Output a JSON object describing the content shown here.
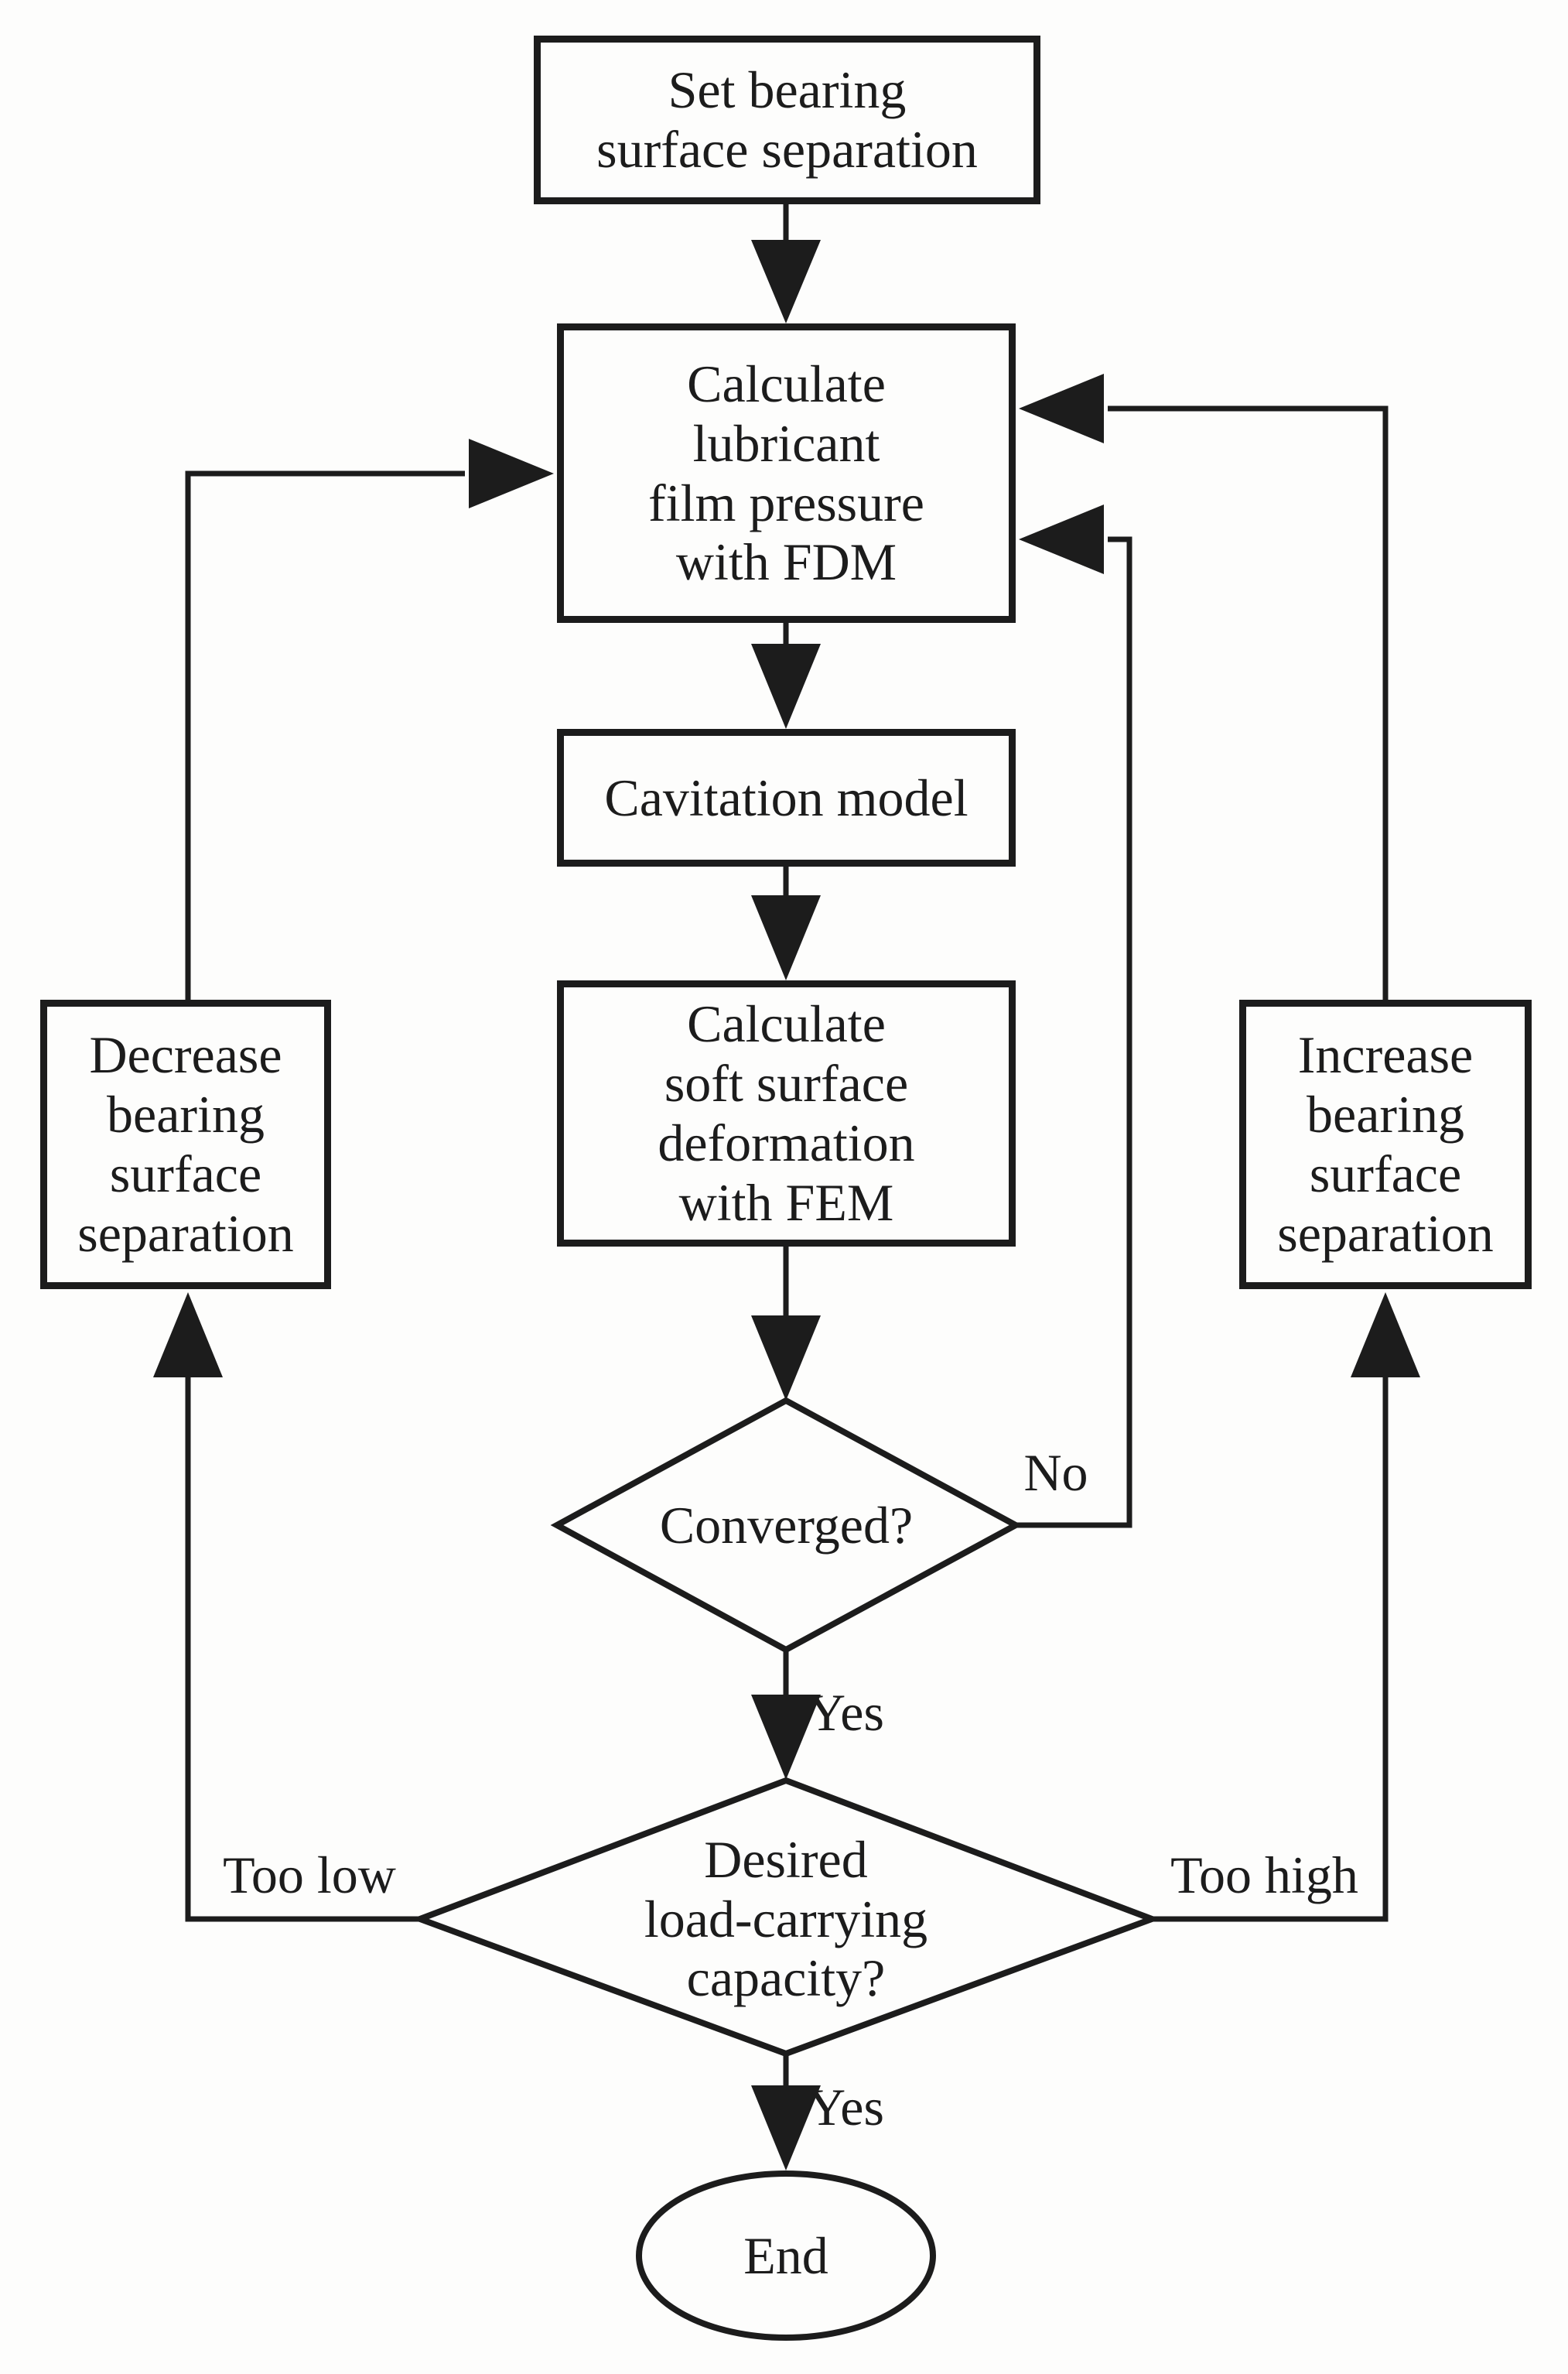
{
  "diagram": {
    "type": "flowchart",
    "nodes": {
      "set_separation": {
        "label": "Set bearing\nsurface separation",
        "shape": "rect"
      },
      "film_pressure": {
        "label": "Calculate\nlubricant\nfilm pressure\nwith FDM",
        "shape": "rect"
      },
      "cavitation": {
        "label": "Cavitation model",
        "shape": "rect"
      },
      "deformation": {
        "label": "Calculate\nsoft surface\ndeformation\nwith FEM",
        "shape": "rect"
      },
      "converged": {
        "label": "Converged?",
        "shape": "diamond"
      },
      "load_capacity": {
        "label": "Desired\nload-carrying\ncapacity?",
        "shape": "diamond"
      },
      "decrease": {
        "label": "Decrease\nbearing\nsurface\nseparation",
        "shape": "rect"
      },
      "increase": {
        "label": "Increase\nbearing\nsurface\nseparation",
        "shape": "rect"
      },
      "end": {
        "label": "End",
        "shape": "ellipse"
      }
    },
    "edge_labels": {
      "no": "No",
      "yes_converged": "Yes",
      "too_low": "Too low",
      "too_high": "Too high",
      "yes_capacity": "Yes"
    },
    "colors": {
      "stroke": "#1c1c1c",
      "background": "#fdfdfc",
      "text": "#1c1c1c"
    }
  }
}
